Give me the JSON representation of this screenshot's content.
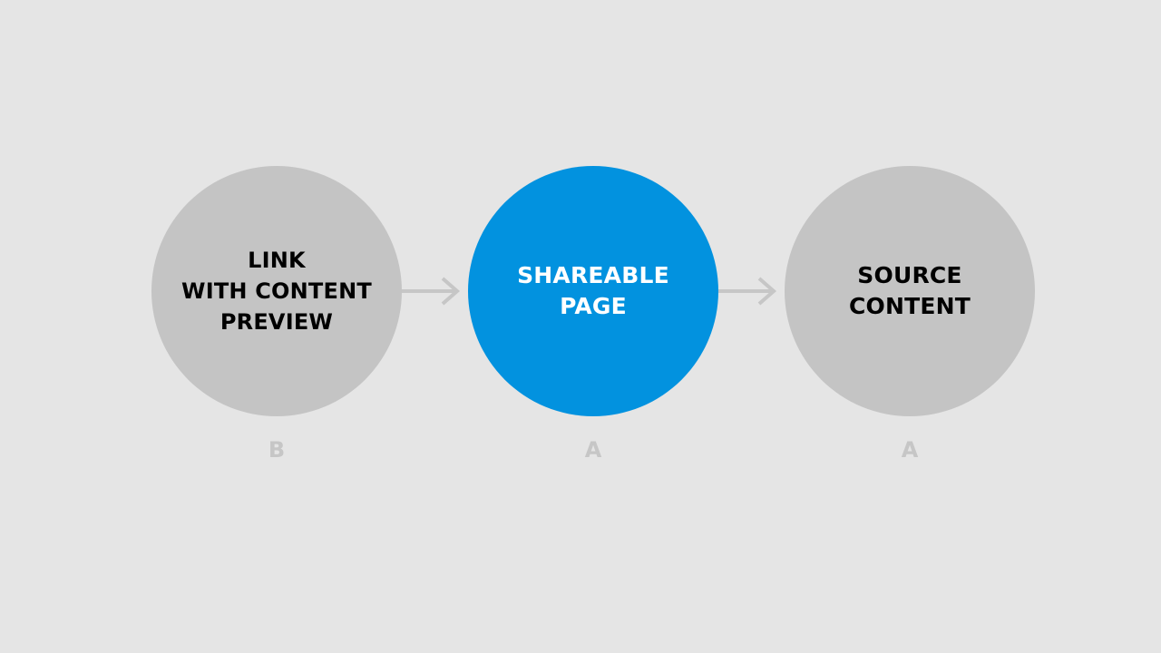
{
  "diagram": {
    "nodes": [
      {
        "id": "n1",
        "lines": [
          "LINK",
          "WITH CONTENT",
          "PREVIEW"
        ],
        "tag": "B",
        "highlighted": false
      },
      {
        "id": "n2",
        "lines": [
          "SHAREABLE",
          "PAGE"
        ],
        "tag": "A",
        "highlighted": true
      },
      {
        "id": "n3",
        "lines": [
          "SOURCE",
          "CONTENT"
        ],
        "tag": "A",
        "highlighted": false
      }
    ],
    "edges": [
      {
        "from": "n1",
        "to": "n2"
      },
      {
        "from": "n2",
        "to": "n3"
      }
    ],
    "colors": {
      "background": "#e5e5e5",
      "node_fill": "#c4c4c4",
      "node_highlight": "#0292df",
      "arrow": "#c6c6c6",
      "tag_text": "#c6c6c6"
    }
  }
}
